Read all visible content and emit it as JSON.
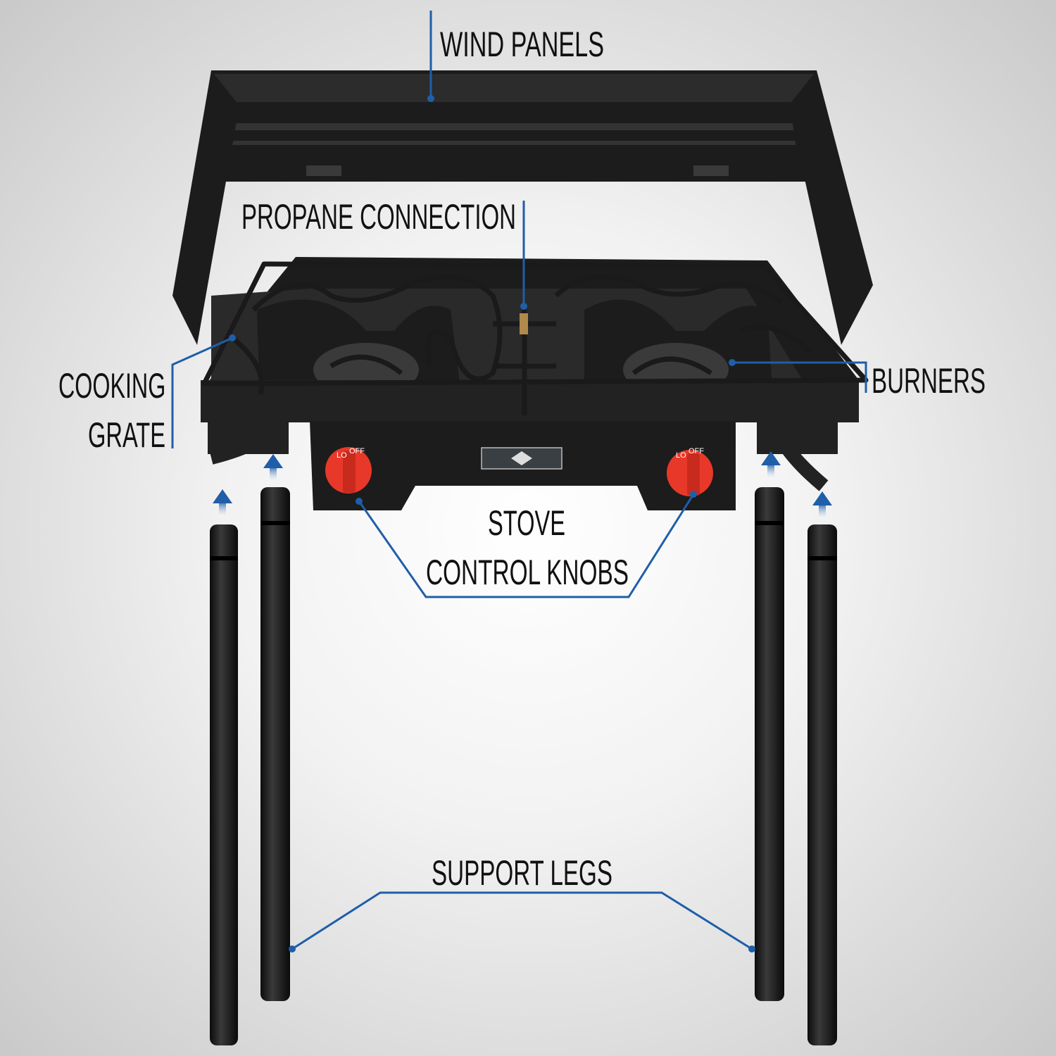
{
  "labels": {
    "wind_panels": "WIND PANELS",
    "propane_connection": "PROPANE CONNECTION",
    "cooking_grate_line1": "COOKING",
    "cooking_grate_line2": "GRATE",
    "burners": "BURNERS",
    "stove_control_knobs_line1": "STOVE",
    "stove_control_knobs_line2": "CONTROL KNOBS",
    "support_legs": "SUPPORT LEGS"
  },
  "knob_markings": {
    "low": "LO",
    "off": "OFF"
  },
  "colors": {
    "leader": "#1f5ea8",
    "knob": "#e8382a",
    "metal": "#1c1c1c",
    "arrow": "#2a6fc0"
  }
}
